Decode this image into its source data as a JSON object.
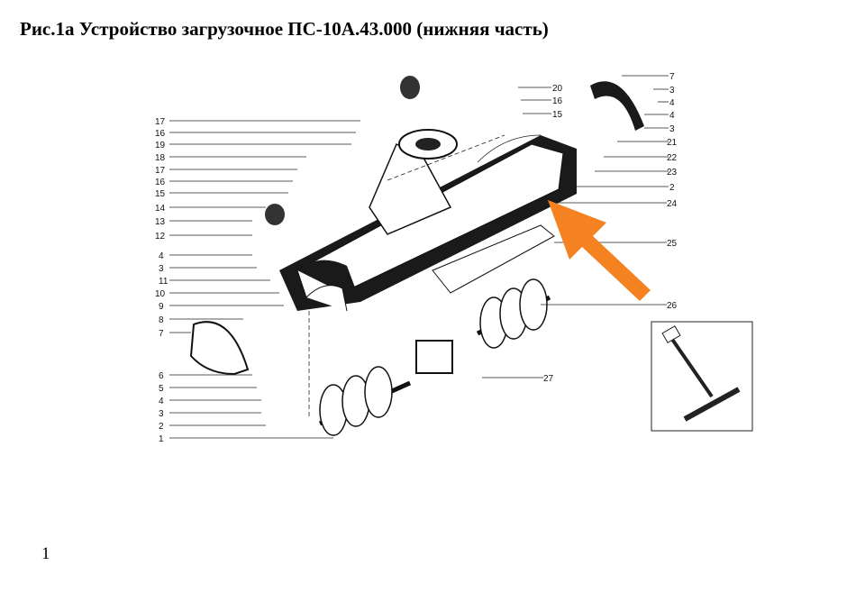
{
  "document": {
    "title": "Рис.1а Устройство загрузочное ПС-10А.43.000 (нижняя часть)",
    "page_number": "1"
  },
  "figure": {
    "left_callouts": [
      "17",
      "16",
      "19",
      "18",
      "17",
      "16",
      "15",
      "14",
      "13",
      "12",
      "4",
      "3",
      "11",
      "10",
      "9",
      "8",
      "7",
      "6",
      "5",
      "4",
      "3",
      "2",
      "1"
    ],
    "right_callouts": [
      "20",
      "16",
      "15",
      "7",
      "3",
      "4",
      "4",
      "3",
      "21",
      "22",
      "23",
      "2",
      "24",
      "25",
      "26",
      "27"
    ],
    "highlight_arrow_color": "#f58220"
  }
}
